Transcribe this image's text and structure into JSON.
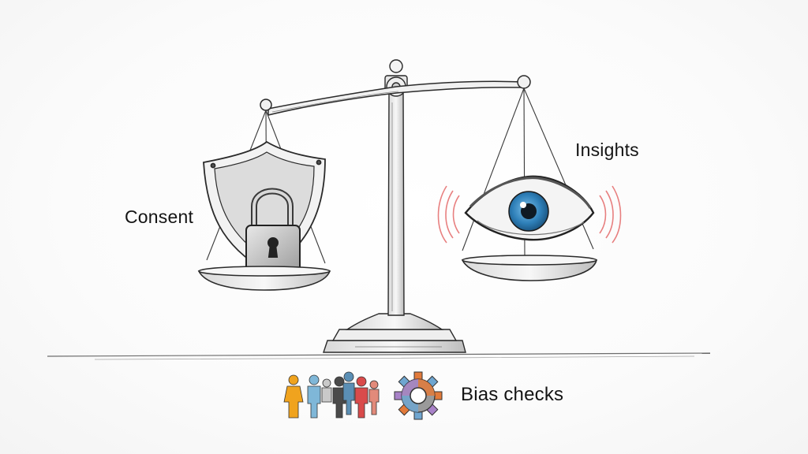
{
  "labels": {
    "consent": "Consent",
    "insights": "Insights",
    "bias_checks": "Bias checks"
  },
  "icons": {
    "left_pan": [
      "shield-icon",
      "padlock-icon"
    ],
    "right_pan": [
      "eye-icon"
    ],
    "bottom": [
      "people-icon",
      "gear-icon"
    ]
  },
  "colors": {
    "ink": "#2a2a2a",
    "eye_iris": "#2e7fb8",
    "signal_red": "#e46a6a",
    "people": [
      "#f0a31e",
      "#7fb7d8",
      "#5b8fb5",
      "#4a4a4a",
      "#d94b4b",
      "#e28a7a",
      "#c9c9c9"
    ],
    "gear": [
      "#e27a3a",
      "#6fa6d0",
      "#a882c8",
      "#9a9a9a"
    ]
  }
}
